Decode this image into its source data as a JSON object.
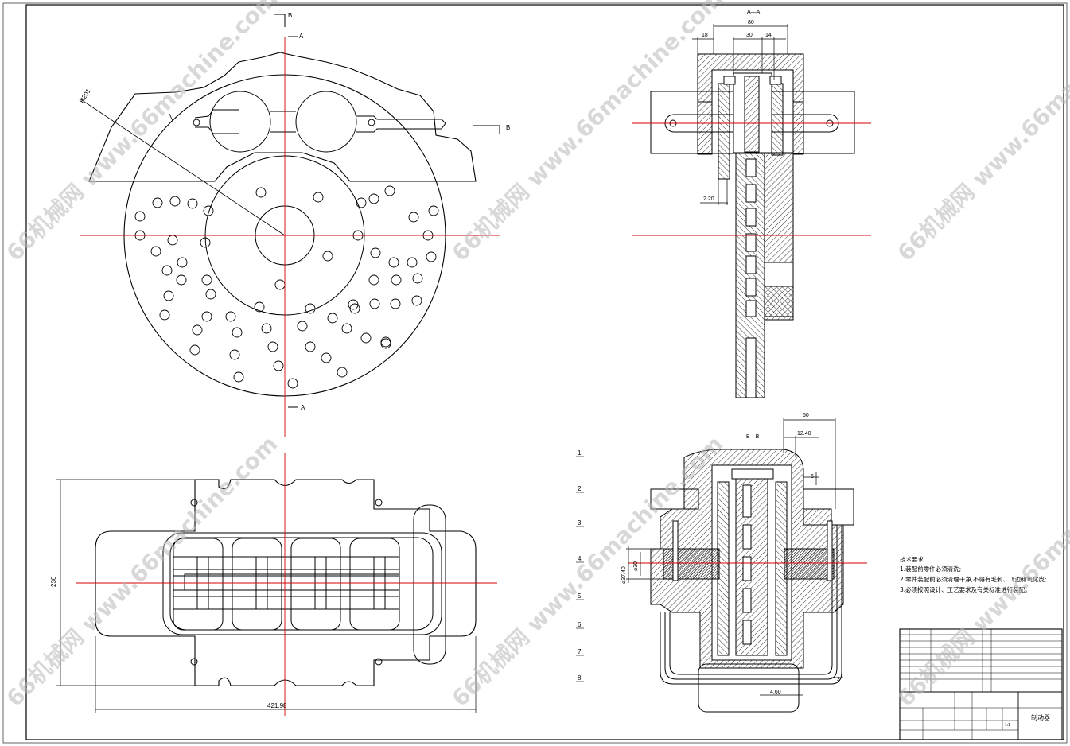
{
  "drawing": {
    "title": "制动器",
    "scale": "1:1"
  },
  "labels": {
    "section_a": "A",
    "section_b": "B",
    "section_aa": "A—A",
    "section_bb": "B—B",
    "radius": "R201"
  },
  "dims": {
    "aa_80": "80",
    "aa_30": "30",
    "aa_14": "14",
    "aa_18": "18",
    "aa_220": "2.20",
    "bb_60": "60",
    "bb_1240": "12.40",
    "bb_6": "6",
    "bb_dia1": "⌀37.40",
    "bb_dia2": "⌀30",
    "bb_460": "4.60",
    "bb_2": "2",
    "plan_230": "230",
    "plan_42198": "421.98"
  },
  "part_numbers": [
    "1",
    "2",
    "3",
    "4",
    "5",
    "6",
    "7",
    "8"
  ],
  "technical_requirements": {
    "heading": "技术要求",
    "items": [
      "1.装配前零件必须清洗;",
      "2.零件装配前必须清理干净,不得有毛刺、飞边和氧化皮;",
      "3.必须按照设计、工艺要求及有关标准进行装配。"
    ]
  },
  "watermark": "66机械网 www.66machine.com"
}
